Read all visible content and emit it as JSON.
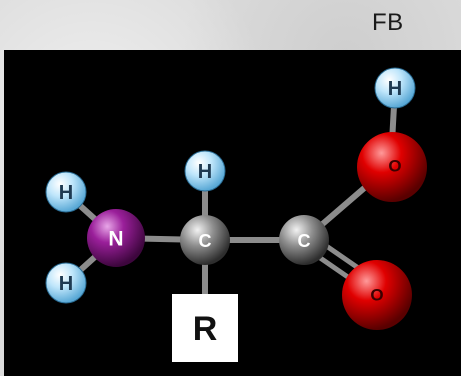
{
  "header": {
    "label": "FB"
  },
  "molecule": {
    "atoms": {
      "h_top_right": "H",
      "o_hydroxyl": "O",
      "h_left_top": "H",
      "h_center": "H",
      "nitrogen": "N",
      "c_alpha": "C",
      "c_carboxyl": "C",
      "h_left_bottom": "H",
      "o_carbonyl": "O",
      "r_group": "R"
    }
  },
  "colors": {
    "hydrogen": "#a9dcf7",
    "nitrogen": "#8b1a8b",
    "carbon": "#8a8a8a",
    "oxygen": "#d40000",
    "bond": "#8c8c8c",
    "r_box": "#ffffff",
    "background": "#000000"
  }
}
